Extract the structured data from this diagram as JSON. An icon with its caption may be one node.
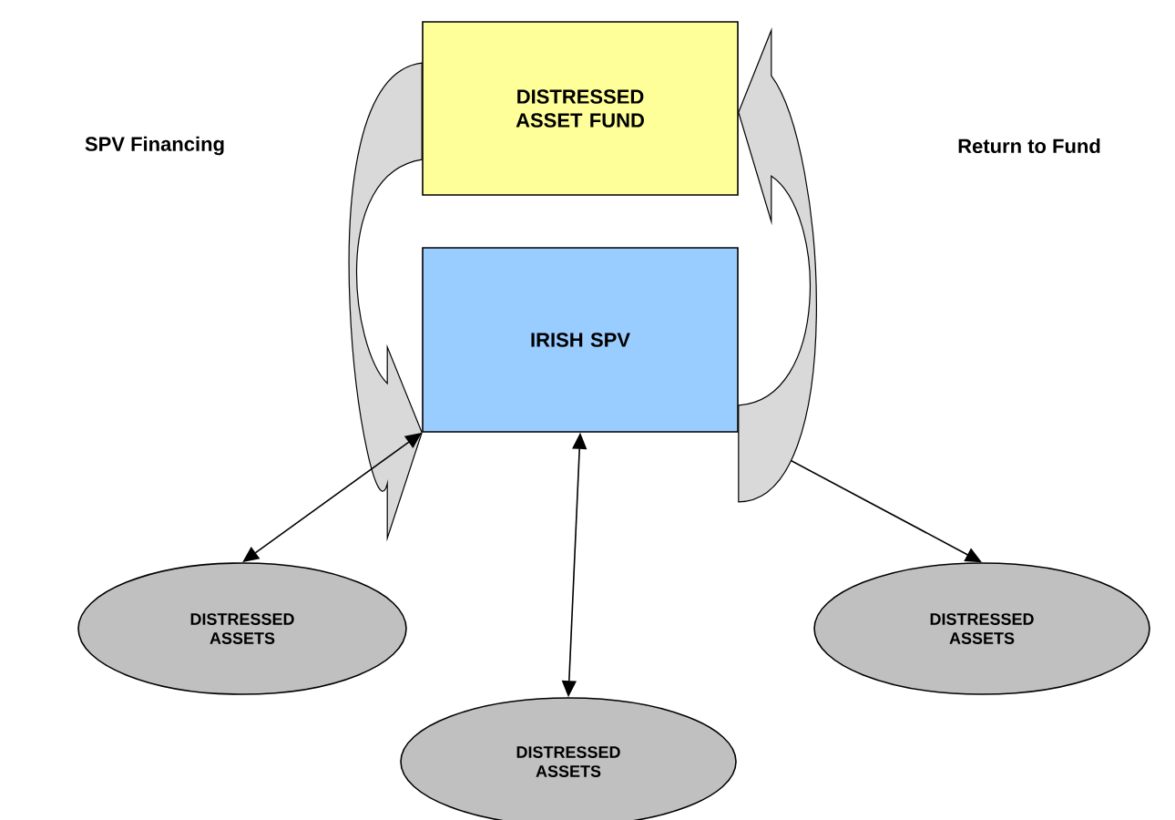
{
  "diagram": {
    "nodes": [
      {
        "text": [
          "DISTRESSED ASSET FUND"
        ]
      },
      {
        "text": [
          "IRISH SPV"
        ]
      },
      {
        "text": [
          "DISTRESSED ASSETS"
        ]
      },
      {
        "text": [
          "DISTRESSED ASSETS"
        ]
      },
      {
        "text": [
          "DISTRESSED ASSETS"
        ]
      }
    ],
    "labels": [
      "SPV Financing",
      "Return to Fund"
    ],
    "edges": [
      {
        "from": 0,
        "to": 1,
        "arrow": "to"
      },
      {
        "from": 1,
        "to": 0,
        "arrow": "to"
      },
      {
        "from": 1,
        "to": 2,
        "arrow": "both"
      },
      {
        "from": 1,
        "to": 3,
        "arrow": "both"
      },
      {
        "from": 1,
        "to": 4,
        "arrow": "to"
      }
    ]
  }
}
